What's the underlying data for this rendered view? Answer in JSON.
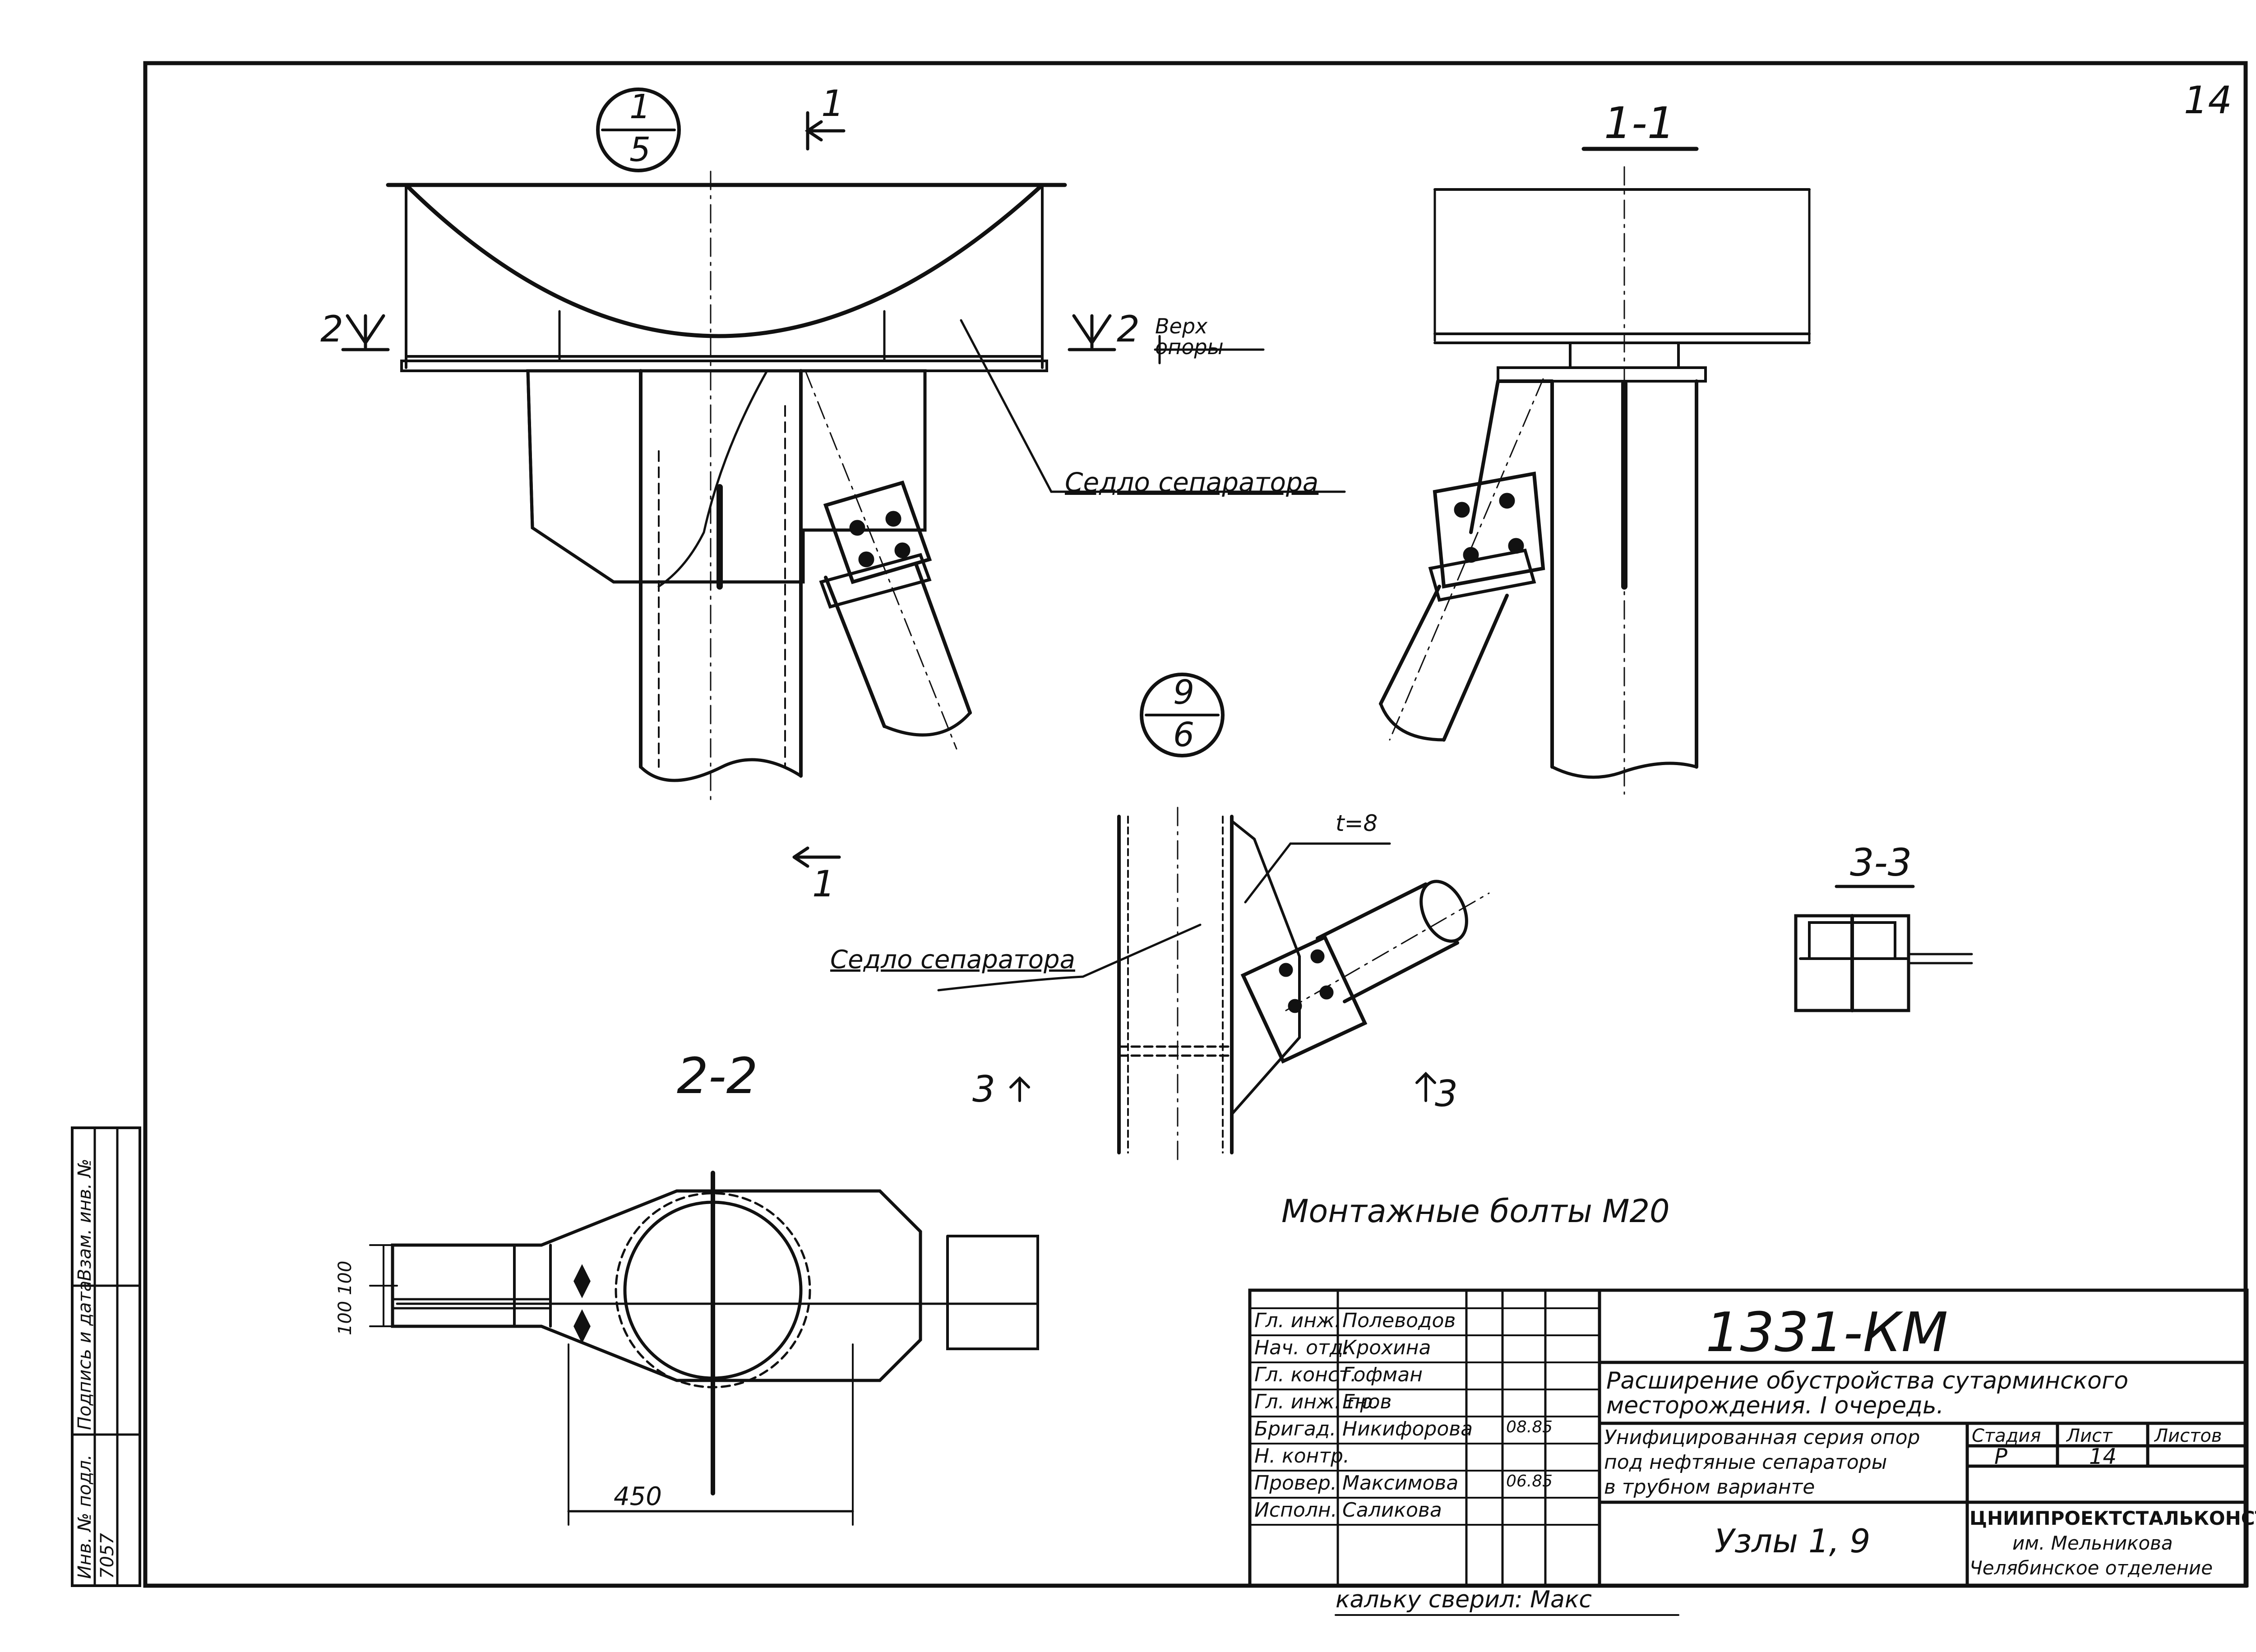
{
  "sheet": {
    "page_number": "14"
  },
  "node_markers": [
    {
      "top": "1",
      "bottom": "5"
    },
    {
      "top": "9",
      "bottom": "6"
    }
  ],
  "sections": {
    "cut_1_top": "1",
    "cut_1_bottom": "1",
    "view_1_1": "1-1",
    "cut_2_left": "2",
    "cut_2_right": "2",
    "view_2_2": "2-2",
    "cut_3_left": "3",
    "cut_3_right": "3",
    "view_3_3": "3-3"
  },
  "callouts": {
    "saddle_1": "Седло сепаратора",
    "saddle_2": "Седло сепаратора",
    "support_top": "Верх опоры",
    "thickness": "t=8",
    "bolts": "Монтажные болты М20",
    "dim_450": "450",
    "dim_100": "100 100"
  },
  "title_block": {
    "code": "1331-КМ",
    "project": [
      "Расширение обустройства сутарминского",
      "месторождения. I очередь."
    ],
    "series": [
      "Унифицированная серия опор",
      "под нефтяные сепараторы",
      "в трубном варианте"
    ],
    "sheet_title": "Узлы 1, 9",
    "headers": {
      "stage": "Стадия",
      "sheet": "Лист",
      "sheets": "Листов"
    },
    "values": {
      "stage": "Р",
      "sheet": "14",
      "sheets": ""
    },
    "org": [
      "ЦНИИПРОЕКТСТАЛЬКОНСТРУКЦИЯ",
      "им. Мельникова",
      "Челябинское отделение"
    ],
    "staff": [
      {
        "role": "Гл. инж.",
        "name": "Полеводов",
        "date": ""
      },
      {
        "role": "Нач. отд.",
        "name": "Крохина",
        "date": ""
      },
      {
        "role": "Гл. конст.",
        "name": "Гофман",
        "date": ""
      },
      {
        "role": "Гл. инж. пр.",
        "name": "Енов",
        "date": ""
      },
      {
        "role": "Бригад.",
        "name": "Никифорова",
        "date": "08.85"
      },
      {
        "role": "Н. контр.",
        "name": "",
        "date": ""
      },
      {
        "role": "Провер.",
        "name": "Максимова",
        "date": "06.85"
      },
      {
        "role": "Исполн.",
        "name": "Саликова",
        "date": ""
      }
    ],
    "footer_note": "кальку сверил: Макс"
  },
  "side_stamp": {
    "cols": [
      "Инв. № подл.",
      "Подпись и дата",
      "Взам. инв. №"
    ],
    "inv_value": "7057"
  }
}
